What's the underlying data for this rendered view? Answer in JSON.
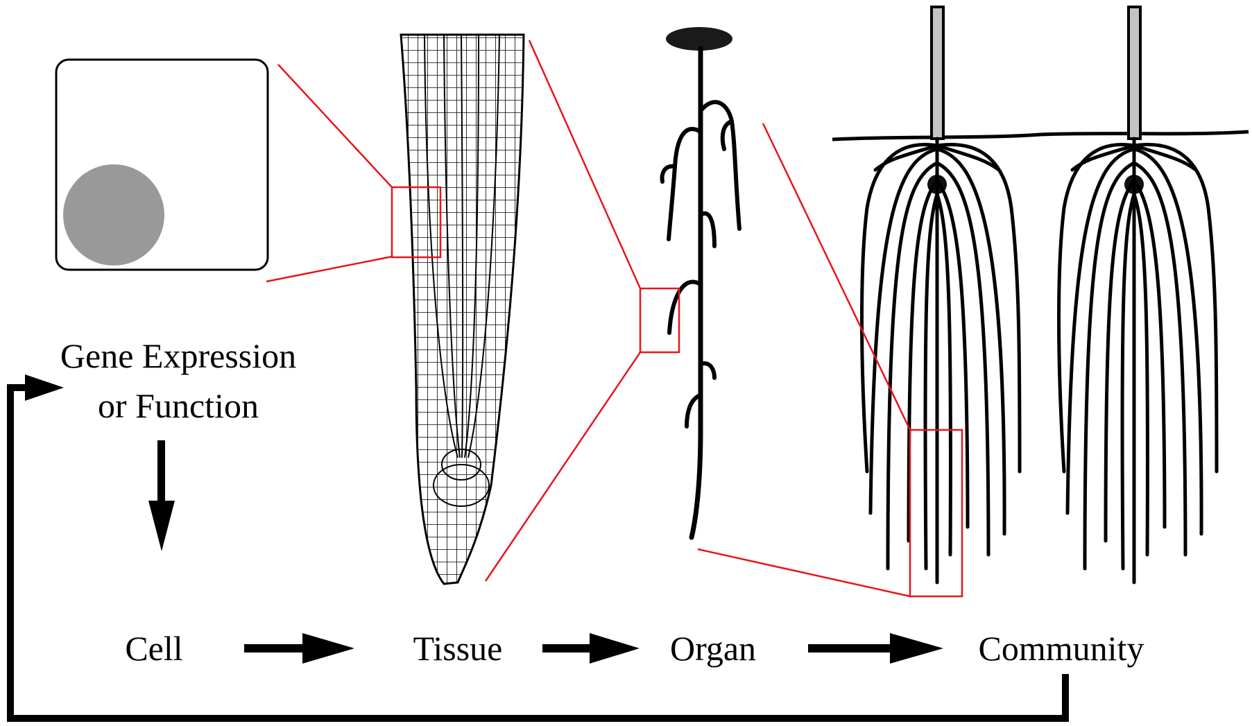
{
  "labels": {
    "gene_expression_line1": "Gene Expression",
    "gene_expression_line2": "or Function",
    "cell": "Cell",
    "tissue": "Tissue",
    "organ": "Organ",
    "community": "Community"
  },
  "colors": {
    "zoom_lines": "#e8141b",
    "nucleus": "#999999",
    "ink": "#000000"
  }
}
